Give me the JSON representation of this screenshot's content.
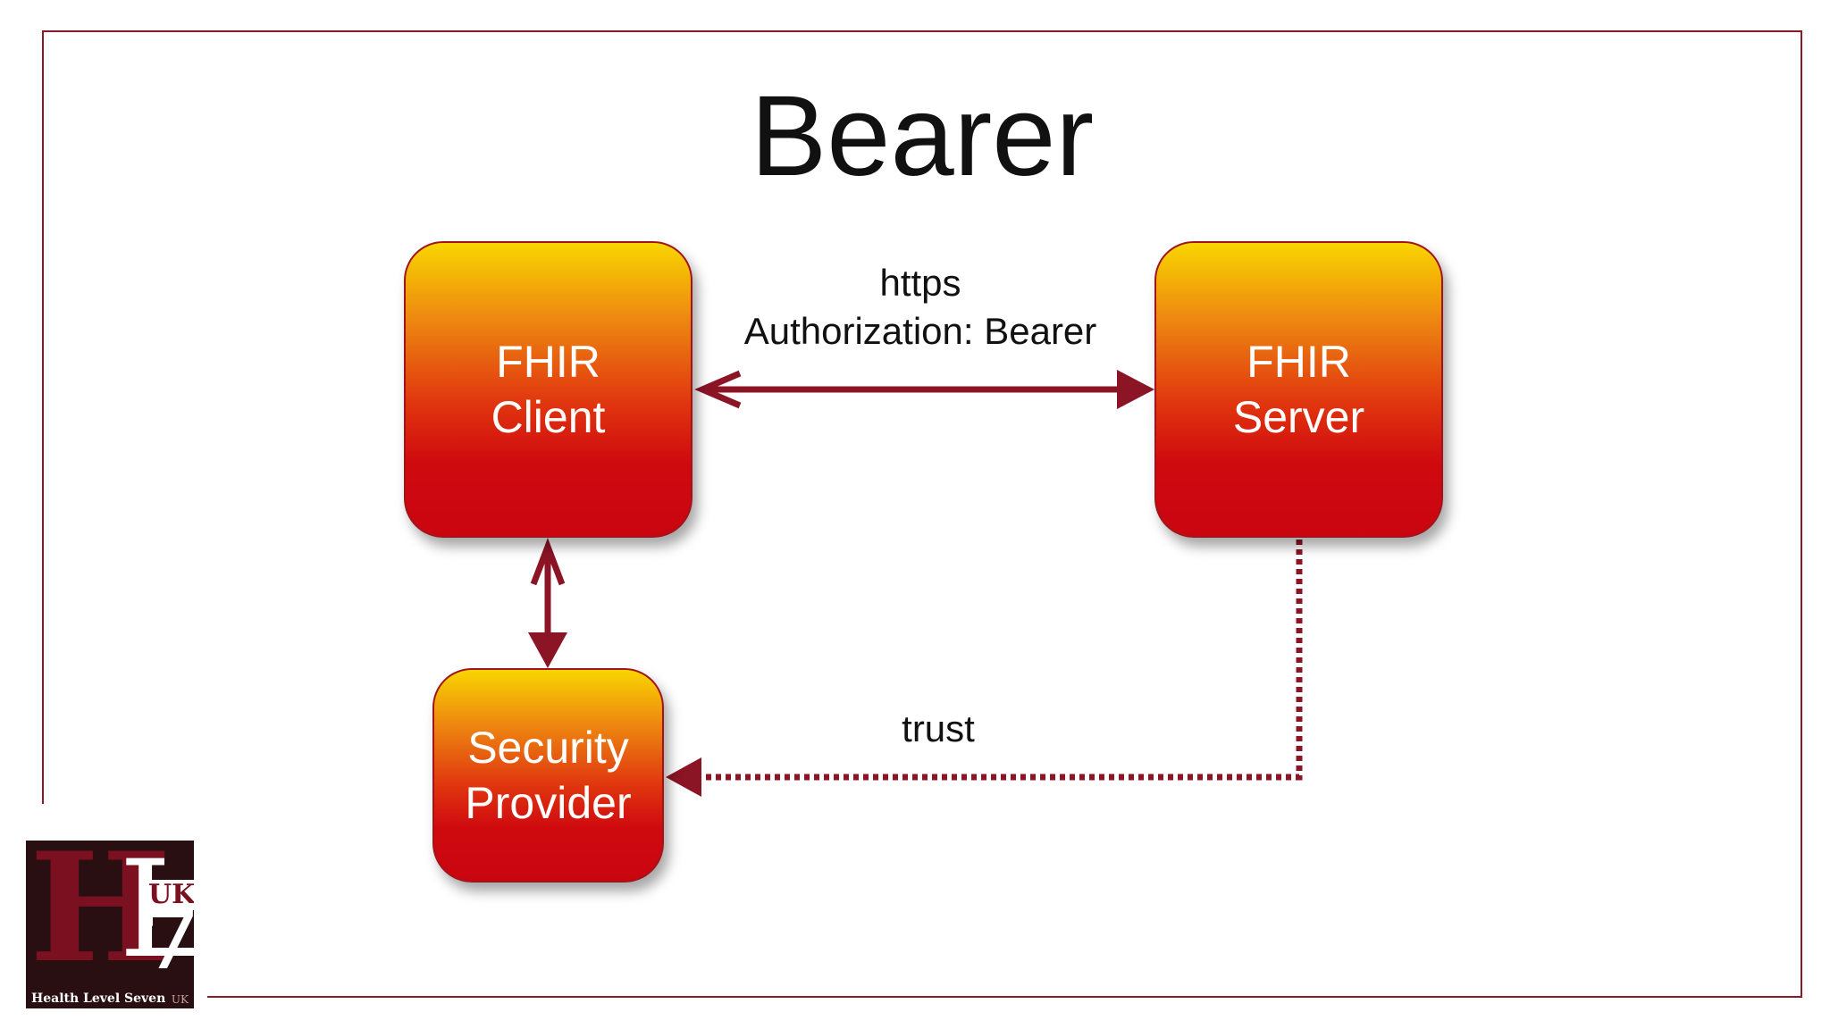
{
  "title": "Bearer",
  "nodes": {
    "client": {
      "line1": "FHIR",
      "line2": "Client"
    },
    "server": {
      "line1": "FHIR",
      "line2": "Server"
    },
    "provider": {
      "line1": "Security",
      "line2": "Provider"
    }
  },
  "edges": {
    "client_server": {
      "line1": "https",
      "line2": "Authorization: Bearer"
    },
    "server_provider": {
      "label": "trust"
    }
  },
  "logo": {
    "letters": "HL7",
    "country": "UK",
    "caption": "Health Level Seven",
    "caption_right": "UK"
  },
  "colors": {
    "frame": "#8a1a2a",
    "arrow": "#8b1425",
    "box_top": "#f9d500",
    "box_bottom": "#c90510"
  }
}
